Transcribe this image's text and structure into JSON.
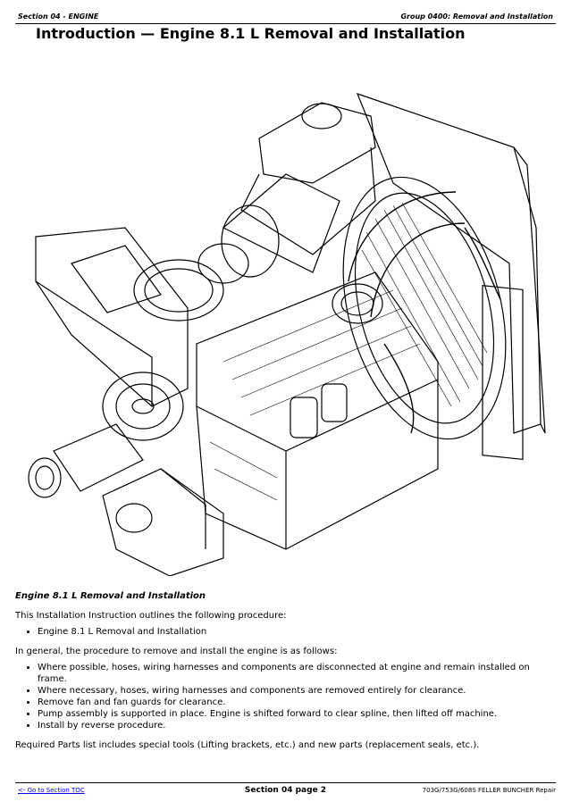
{
  "header": {
    "section": "Section 04 - ENGINE",
    "group": "Group 0400: Removal and Installation"
  },
  "title": "Introduction — Engine 8.1 L Removal and Installation",
  "figure": {
    "icon": "engine-illustration"
  },
  "body": {
    "subhead": "Engine 8.1 L Removal and Installation",
    "intro": "This Installation Instruction outlines the following procedure:",
    "procedure": [
      "Engine 8.1 L Removal and Installation"
    ],
    "general": "In general, the procedure to remove and install the engine is as follows:",
    "steps": [
      "Where possible, hoses, wiring harnesses and components are disconnected at engine and remain installed on frame.",
      "Where necessary, hoses, wiring harnesses and components are removed entirely for clearance.",
      "Remove fan and fan guards for clearance.",
      "Pump assembly is supported in place. Engine is shifted forward to clear spline, then lifted off machine.",
      "Install by reverse procedure."
    ],
    "parts_note": "Required Parts list includes special tools (Lifting brackets, etc.) and new parts (replacement seals, etc.)."
  },
  "footer": {
    "toc_link": "<- Go to Section TOC",
    "page": "Section 04 page 2",
    "doc": "703G/753G/608S FELLER BUNCHER Repair"
  }
}
